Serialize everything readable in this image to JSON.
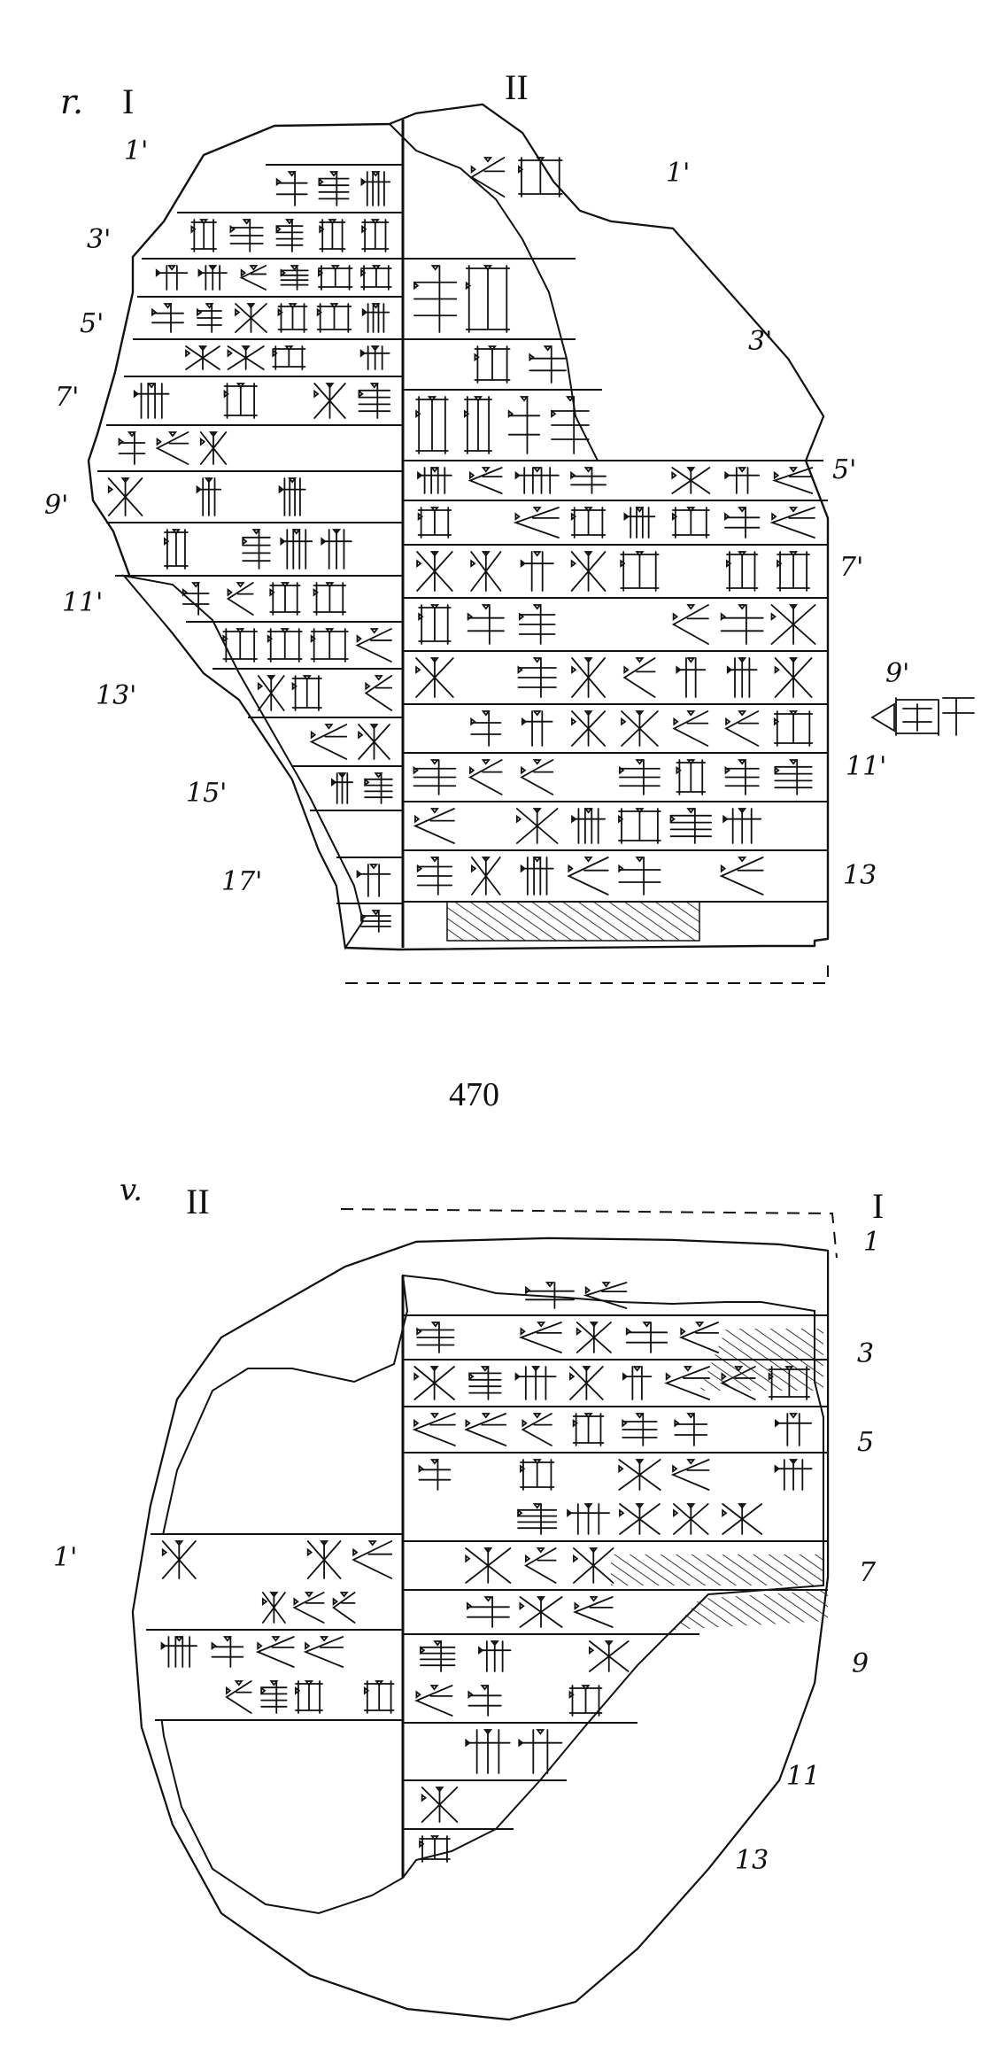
{
  "page": {
    "number": "470"
  },
  "obverse": {
    "side_label": "r.",
    "column_left_label": "I",
    "column_right_label": "II",
    "col_I_line_numbers": [
      "1'",
      "3'",
      "5'",
      "7'",
      "9'",
      "11'",
      "13'",
      "15'",
      "17'"
    ],
    "col_II_line_numbers": [
      "1'",
      "3'",
      "5'",
      "7'",
      "9'",
      "11'",
      "13"
    ]
  },
  "reverse": {
    "side_label": "v.",
    "column_left_label": "II",
    "column_right_label": "I",
    "col_II_line_numbers": [
      "1'"
    ],
    "col_I_line_numbers": [
      "1",
      "3",
      "5",
      "7",
      "9",
      "11",
      "13"
    ]
  }
}
